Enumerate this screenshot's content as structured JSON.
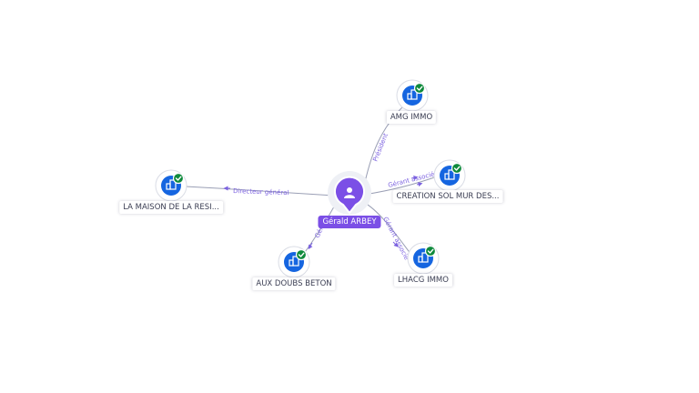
{
  "colors": {
    "person": "#7b4fe6",
    "company": "#1565e0",
    "verified": "#0f8a3c",
    "edge": "#9a9fb5",
    "edge_label": "#7b61e0"
  },
  "center": {
    "name": "Gérald ARBEY",
    "icon": "person-icon"
  },
  "companies": [
    {
      "name": "AMG IMMO",
      "icon": "building-icon",
      "verified": true,
      "relation": "Président"
    },
    {
      "name": "CREATION SOL MUR DES...",
      "icon": "building-icon",
      "verified": true,
      "relation": "Gérant associé"
    },
    {
      "name": "LHACG IMMO",
      "icon": "building-icon",
      "verified": true,
      "relation": "Gérant associé"
    },
    {
      "name": "AUX DOUBS BETON",
      "icon": "building-icon",
      "verified": true,
      "relation": "Gérant"
    },
    {
      "name": "LA MAISON DE LA RESI...",
      "icon": "building-icon",
      "verified": true,
      "relation": "Directeur général"
    }
  ]
}
